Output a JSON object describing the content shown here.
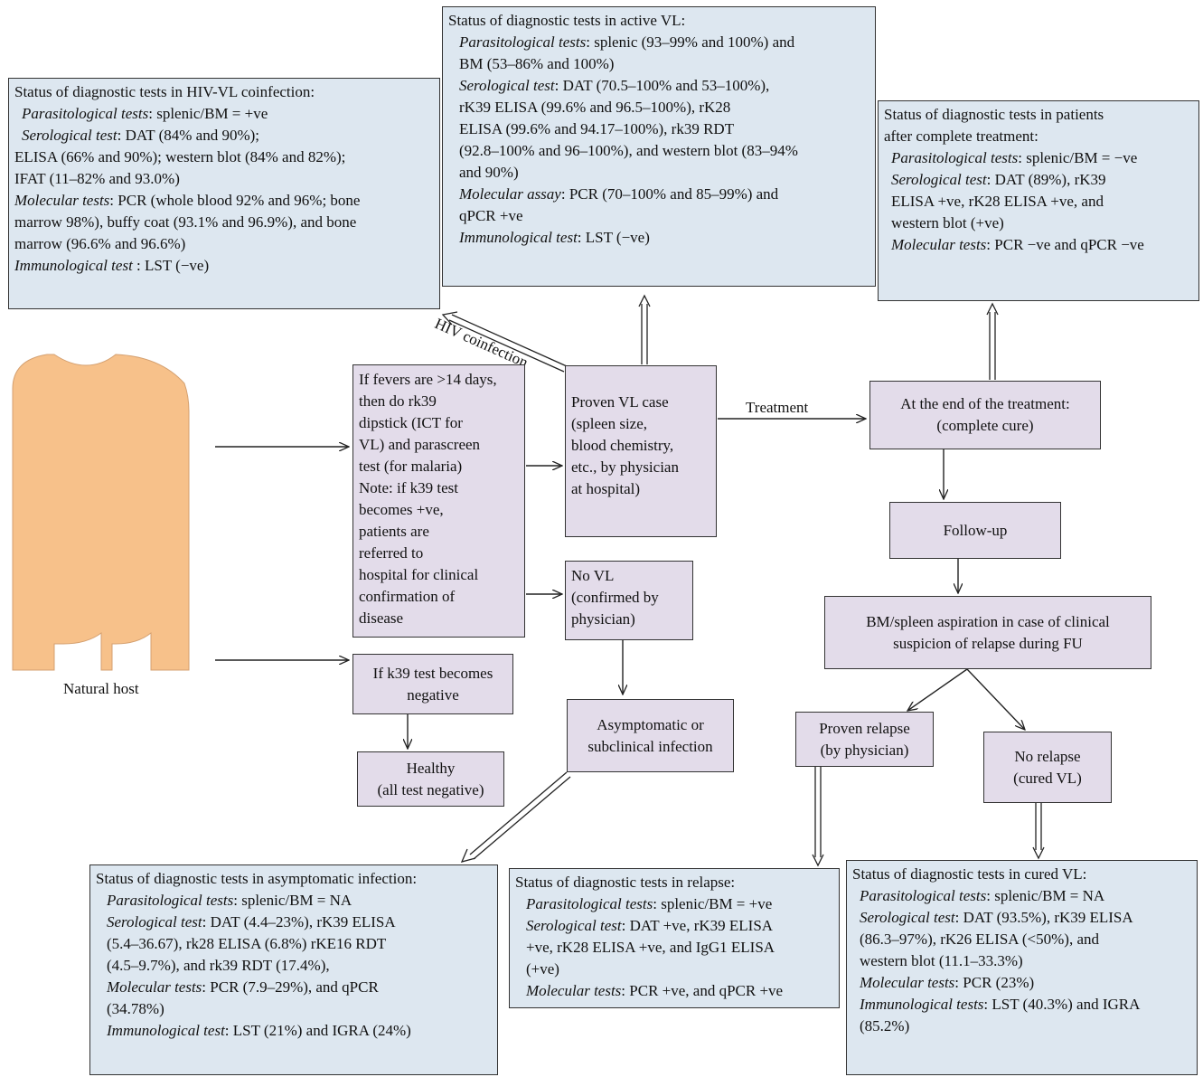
{
  "hiv_box": {
    "title": "Status of diagnostic tests in HIV-VL coinfection:",
    "l1_label": "Parasitological tests",
    "l1_text": ": splenic/BM = +ve",
    "l2_label": "Serological test",
    "l2_text": ": DAT (84% and 90%);",
    "l3": "ELISA (66% and 90%); western blot (84% and 82%);",
    "l4": "IFAT (11–82% and 93.0%)",
    "l5_label": "Molecular tests",
    "l5_text": ": PCR (whole blood 92% and 96%; bone",
    "l6": "marrow 98%), buffy coat (93.1% and 96.9%), and bone",
    "l7": "marrow (96.6% and 96.6%)",
    "l8_label": "Immunological test",
    "l8_text": " : LST (−ve)"
  },
  "active_box": {
    "title": "Status of diagnostic tests in active VL:",
    "l1_label": "Parasitological tests",
    "l1_text": ": splenic (93–99% and 100%) and",
    "l2": "BM (53–86% and 100%)",
    "l3_label": "Serological test",
    "l3_text": ": DAT (70.5–100% and 53–100%),",
    "l4": "rK39 ELISA (99.6% and 96.5–100%), rK28",
    "l5": "ELISA (99.6% and 94.17–100%), rk39 RDT",
    "l6": "(92.8–100% and 96–100%), and western blot (83–94%",
    "l7": "and 90%)",
    "l8_label": "Molecular assay",
    "l8_text": ": PCR (70–100% and 85–99%) and",
    "l9": "qPCR +ve",
    "l10_label": "Immunological test",
    "l10_text": ": LST (−ve)"
  },
  "after_box": {
    "title1": "Status of diagnostic tests in patients",
    "title2": "after complete treatment:",
    "l1_label": "Parasitological tests",
    "l1_text": ": splenic/BM = −ve",
    "l2_label": "Serological test",
    "l2_text": ": DAT (89%), rK39",
    "l3": "ELISA +ve, rK28 ELISA +ve, and",
    "l4": "western blot (+ve)",
    "l5_label": "Molecular tests",
    "l5_text": ": PCR −ve and qPCR −ve"
  },
  "fever_box": {
    "lines": [
      "If fevers are >14 days,",
      "then do rk39",
      "dipstick (ICT for",
      "VL) and parascreen",
      "test (for malaria)",
      "Note: if k39 test",
      "becomes +ve,",
      "patients are",
      "referred to",
      "hospital for clinical",
      "confirmation of",
      "disease"
    ]
  },
  "proven_box": {
    "lines": [
      "Proven VL case",
      "(spleen size,",
      "blood chemistry,",
      "etc., by physician",
      "at hospital)"
    ]
  },
  "novl_box": {
    "lines": [
      "No VL",
      "(confirmed by",
      "physician)"
    ]
  },
  "end_box": {
    "line1": "At the end of the treatment:",
    "line2": "(complete cure)"
  },
  "followup_box": {
    "text": "Follow-up"
  },
  "aspiration_box": {
    "line1": "BM/spleen aspiration in case of clinical",
    "line2": "suspicion of relapse during FU"
  },
  "neg_box": {
    "line1": "If k39 test becomes",
    "line2": "negative"
  },
  "healthy_box": {
    "line1": "Healthy",
    "line2": "(all test negative)"
  },
  "asym_small_box": {
    "line1": "Asymptomatic or",
    "line2": "subclinical infection"
  },
  "relapse_box": {
    "line1": "Proven relapse",
    "line2": "(by physician)"
  },
  "norelapse_box": {
    "line1": "No relapse",
    "line2": "(cured VL)"
  },
  "asym_box": {
    "title": "Status of diagnostic tests in asymptomatic infection:",
    "l1_label": "Parasitological tests",
    "l1_text": ": splenic/BM = NA",
    "l2_label": "Serological test",
    "l2_text": ": DAT (4.4–23%), rK39 ELISA",
    "l3": "(5.4–36.67), rk28 ELISA (6.8%) rKE16 RDT",
    "l4": "(4.5–9.7%), and rk39 RDT (17.4%),",
    "l5_label": "Molecular tests",
    "l5_text": ": PCR (7.9–29%), and qPCR",
    "l6": "(34.78%)",
    "l7_label": "Immunological test",
    "l7_text": ": LST (21%) and IGRA (24%)"
  },
  "relapse_status_box": {
    "title": "Status of diagnostic tests in relapse:",
    "l1_label": "Parasitological tests",
    "l1_text": ": splenic/BM = +ve",
    "l2_label": "Serological test",
    "l2_text": ": DAT +ve, rK39 ELISA",
    "l3": "+ve, rK28 ELISA +ve, and IgG1 ELISA",
    "l4": "(+ve)",
    "l5_label": "Molecular tests",
    "l5_text": ": PCR +ve, and qPCR +ve"
  },
  "cured_box": {
    "title": "Status of diagnostic tests in cured VL:",
    "l1_label": "Parasitological tests",
    "l1_text": ": splenic/BM  = NA",
    "l2_label": "Serological test",
    "l2_text": ": DAT (93.5%), rK39 ELISA",
    "l3": "(86.3–97%), rK26 ELISA (<50%), and",
    "l4": "western blot (11.1–33.3%)",
    "l5_label": "Molecular tests",
    "l5_text": ": PCR (23%)",
    "l6_label": "Immunological tests",
    "l6_text": ": LST (40.3%) and IGRA",
    "l7": "(85.2%)"
  },
  "labels": {
    "natural_host": "Natural host",
    "treatment": "Treatment",
    "hiv": "HIV coinfection"
  },
  "colors": {
    "skin": "#f7c18a",
    "status_box": "#dde7f0",
    "step_box": "#e3dcea"
  }
}
